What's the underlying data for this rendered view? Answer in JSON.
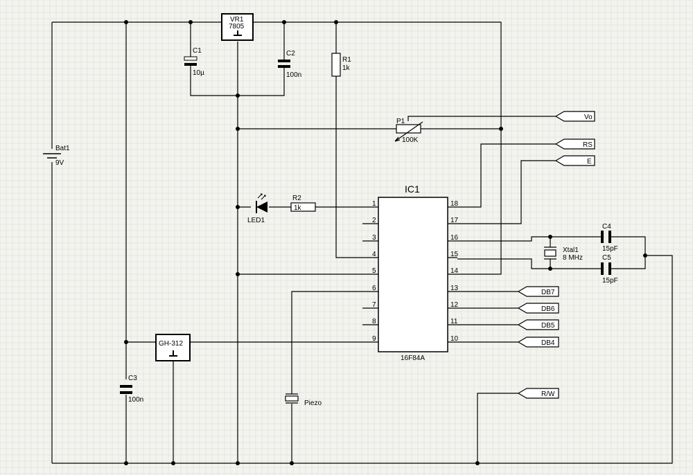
{
  "components": {
    "vr1": {
      "ref": "VR1",
      "value": "7805"
    },
    "c1": {
      "ref": "C1",
      "value": "10µ"
    },
    "c2": {
      "ref": "C2",
      "value": "100n"
    },
    "c3": {
      "ref": "C3",
      "value": "100n"
    },
    "c4": {
      "ref": "C4",
      "value": "15pF"
    },
    "c5": {
      "ref": "C5",
      "value": "15pF"
    },
    "r1": {
      "ref": "R1",
      "value": "1k"
    },
    "r2": {
      "ref": "R2",
      "value": "1k"
    },
    "p1": {
      "ref": "P1",
      "value": "100K"
    },
    "bat1": {
      "ref": "Bat1",
      "value": "9V"
    },
    "led1": {
      "ref": "LED1"
    },
    "xtal1": {
      "ref": "Xtal1",
      "value": "8 MHz"
    },
    "ic1": {
      "ref": "IC1",
      "part": "16F84A"
    },
    "gh": {
      "ref": "GH-312"
    },
    "piezo": {
      "ref": "Piezo"
    }
  },
  "ic_pins": {
    "left": [
      "1",
      "2",
      "3",
      "4",
      "5",
      "6",
      "7",
      "8",
      "9"
    ],
    "right": [
      "18",
      "17",
      "16",
      "15",
      "14",
      "13",
      "12",
      "11",
      "10"
    ]
  },
  "ports": {
    "vo": "Vo",
    "rs": "RS",
    "e": "E",
    "db7": "DB7",
    "db6": "DB6",
    "db5": "DB5",
    "db4": "DB4",
    "rw": "R/W"
  }
}
